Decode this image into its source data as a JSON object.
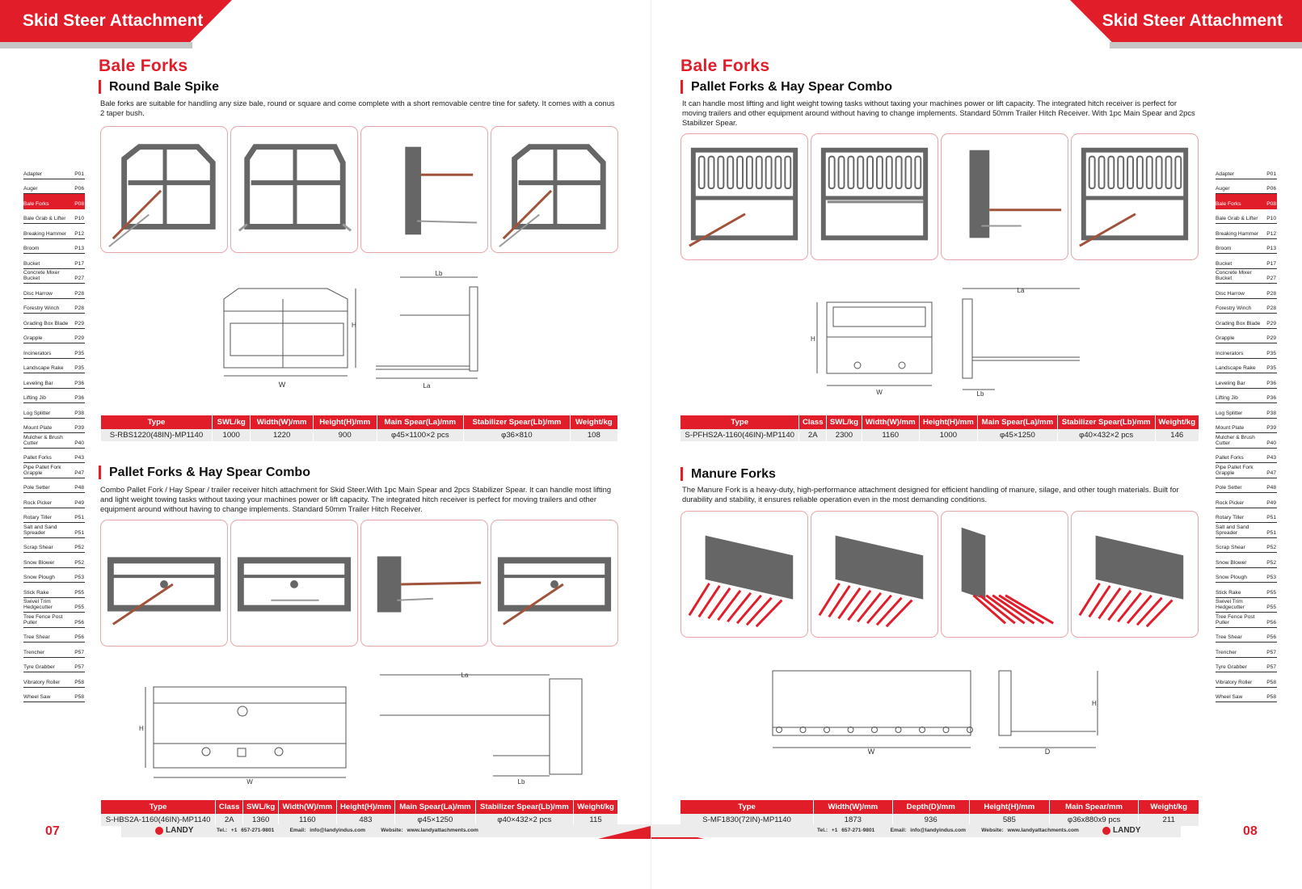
{
  "banner": "Skid Steer Attachment",
  "left": {
    "title": "Bale Forks",
    "sec1": {
      "subtitle": "Round Bale Spike",
      "desc": "Bale forks are suitable for handling any size bale, round or square and come complete with a short removable centre tine for safety. It comes with a conus 2 taper bush.",
      "dims": {
        "w": "W",
        "h": "H",
        "la": "La",
        "lb": "Lb"
      },
      "table": {
        "headers": [
          "Type",
          "SWL/kg",
          "Width(W)/mm",
          "Height(H)/mm",
          "Main Spear(La)/mm",
          "Stabilizer Spear(Lb)/mm",
          "Weight/kg"
        ],
        "row": [
          "S-RBS1220(48IN)-MP1140",
          "1000",
          "1220",
          "900",
          "φ45×1100×2 pcs",
          "φ36×810",
          "108"
        ]
      }
    },
    "sec2": {
      "subtitle": "Pallet Forks & Hay Spear Combo",
      "desc": "Combo Pallet Fork / Hay Spear / trailer receiver hitch attachment for Skid Steer.With 1pc Main Spear and 2pcs Stabilizer Spear. It can handle most lifting and light weight towing tasks without taxing your machines power or lift capacity. The integrated hitch receiver is perfect for moving trailers and other equipment around without having to change implements. Standard 50mm Trailer Hitch Receiver.",
      "dims": {
        "w": "W",
        "h": "H",
        "la": "La",
        "lb": "Lb"
      },
      "table": {
        "headers": [
          "Type",
          "Class",
          "SWL/kg",
          "Width(W)/mm",
          "Height(H)/mm",
          "Main Spear(La)/mm",
          "Stabilizer Spear(Lb)/mm",
          "Weight/kg"
        ],
        "row": [
          "S-HBS2A-1160(46IN)-MP1140",
          "2A",
          "1360",
          "1160",
          "483",
          "φ45×1250",
          "φ40×432×2 pcs",
          "115"
        ]
      }
    },
    "page_number": "07"
  },
  "right": {
    "title": "Bale Forks",
    "sec1": {
      "subtitle": "Pallet Forks & Hay Spear Combo",
      "desc": "It can handle most lifting and light weight towing tasks without taxing your machines power or lift capacity. The integrated hitch receiver is perfect for moving trailers and other equipment around without having to change implements. Standard 50mm Trailer Hitch Receiver. With 1pc Main Spear and 2pcs Stabilizer Spear.",
      "dims": {
        "w": "W",
        "h": "H",
        "la": "La",
        "lb": "Lb"
      },
      "table": {
        "headers": [
          "Type",
          "Class",
          "SWL/kg",
          "Width(W)/mm",
          "Height(H)/mm",
          "Main Spear(La)/mm",
          "Stabilizer Spear(Lb)/mm",
          "Weight/kg"
        ],
        "row": [
          "S-PFHS2A-1160(46IN)-MP1140",
          "2A",
          "2300",
          "1160",
          "1000",
          "φ45×1250",
          "φ40×432×2 pcs",
          "146"
        ]
      }
    },
    "sec2": {
      "subtitle": "Manure Forks",
      "desc": "The Manure Fork is a heavy-duty, high-performance attachment designed for efficient handling of manure, silage, and other tough materials. Built for durability and stability, it ensures reliable operation even in the most demanding conditions.",
      "dims": {
        "w": "W",
        "h": "H",
        "d": "D"
      },
      "table": {
        "headers": [
          "Type",
          "Width(W)/mm",
          "Depth(D)/mm",
          "Height(H)/mm",
          "Main Spear/mm",
          "Weight/kg"
        ],
        "row": [
          "S-MF1830(72IN)-MP1140",
          "1873",
          "936",
          "585",
          "φ36x880x9 pcs",
          "211"
        ]
      }
    },
    "page_number": "08"
  },
  "footer": {
    "brand": "LANDY",
    "tel": "Tel.: +1 657-271-9801",
    "email": "Email: info@landyindus.com",
    "website": "Website: www.landyattachments.com"
  },
  "toc": [
    {
      "name": "Adapter",
      "page": "P01"
    },
    {
      "name": "Auger",
      "page": "P06"
    },
    {
      "name": "Bale Forks",
      "page": "P08"
    },
    {
      "name": "Bale Grab & Lifter",
      "page": "P10"
    },
    {
      "name": "Breaking Hammer",
      "page": "P12"
    },
    {
      "name": "Broom",
      "page": "P13"
    },
    {
      "name": "Bucket",
      "page": "P17"
    },
    {
      "name": "Concrete Mixer Bucket",
      "page": "P27"
    },
    {
      "name": "Disc Harrow",
      "page": "P28"
    },
    {
      "name": "Forestry Winch",
      "page": "P28"
    },
    {
      "name": "Grading Box Blade",
      "page": "P29"
    },
    {
      "name": "Grapple",
      "page": "P29"
    },
    {
      "name": "Incinerators",
      "page": "P35"
    },
    {
      "name": "Landscape Rake",
      "page": "P35"
    },
    {
      "name": "Leveling Bar",
      "page": "P36"
    },
    {
      "name": "Lifting Jib",
      "page": "P36"
    },
    {
      "name": "Log Splitter",
      "page": "P38"
    },
    {
      "name": "Mount Plate",
      "page": "P39"
    },
    {
      "name": "Mulcher & Brush Cutter",
      "page": "P40"
    },
    {
      "name": "Pallet Forks",
      "page": "P43"
    },
    {
      "name": "Pipe Pallet Fork Grapple",
      "page": "P47"
    },
    {
      "name": "Pole Setter",
      "page": "P48"
    },
    {
      "name": "Rock Picker",
      "page": "P49"
    },
    {
      "name": "Rotary Tiller",
      "page": "P51"
    },
    {
      "name": "Salt and Sand Spreader",
      "page": "P51"
    },
    {
      "name": "Scrap Shear",
      "page": "P52"
    },
    {
      "name": "Snow Blower",
      "page": "P52"
    },
    {
      "name": "Snow Plough",
      "page": "P53"
    },
    {
      "name": "Stick Rake",
      "page": "P55"
    },
    {
      "name": "Swivel Trim Hedgecutter",
      "page": "P55"
    },
    {
      "name": "Tree Fence Post Puller",
      "page": "P56"
    },
    {
      "name": "Tree Shear",
      "page": "P56"
    },
    {
      "name": "Trencher",
      "page": "P57"
    },
    {
      "name": "Tyre Grabber",
      "page": "P57"
    },
    {
      "name": "Vibratory Roller",
      "page": "P58"
    },
    {
      "name": "Wheel Saw",
      "page": "P58"
    }
  ],
  "toc_active_index": 2,
  "colors": {
    "accent": "#e21d2a",
    "frame": "#666666",
    "spear": "#a0533a",
    "line": "#555555"
  }
}
